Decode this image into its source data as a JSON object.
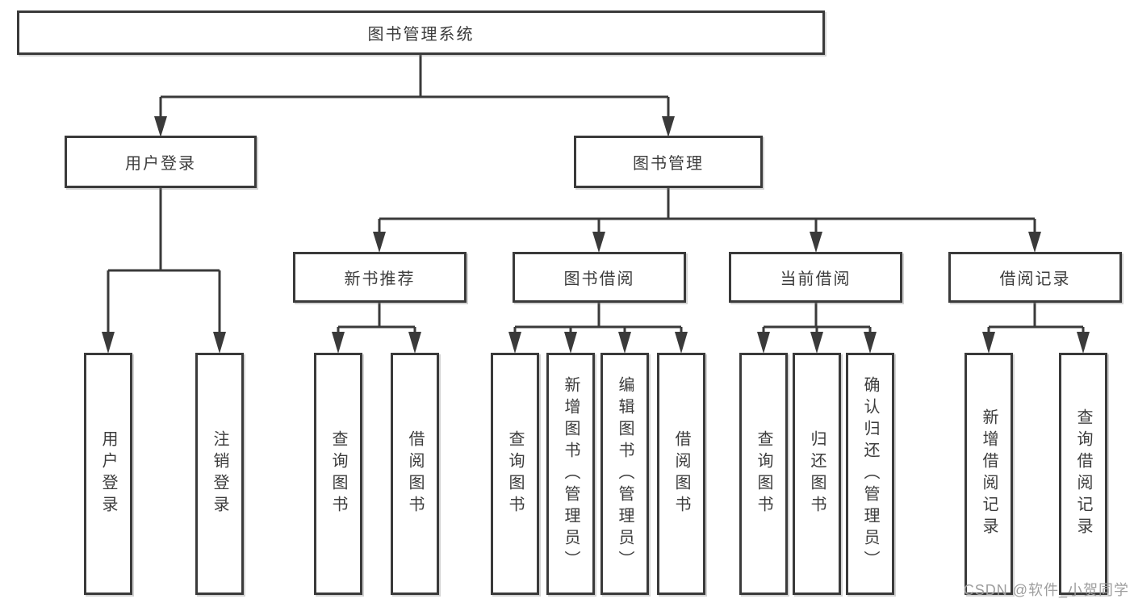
{
  "title": "图书管理系统",
  "nodes": {
    "user_login": "用户登录",
    "book_mgmt": "图书管理",
    "new_books": "新书推荐",
    "book_borrow": "图书借阅",
    "current_borrow": "当前借阅",
    "borrow_records": "借阅记录"
  },
  "leaves": {
    "user_login": [
      "用户登录",
      "注销登录"
    ],
    "new_books": [
      "查询图书",
      "借阅图书"
    ],
    "book_borrow": [
      "查询图书",
      "新增图书（管理员）",
      "编辑图书（管理员）",
      "借阅图书"
    ],
    "current_borrow": [
      "查询图书",
      "归还图书",
      "确认归还（管理员）"
    ],
    "borrow_records": [
      "新增借阅记录",
      "查询借阅记录"
    ]
  },
  "watermark": "CSDN @软件_小贺同学",
  "colors": {
    "line": "#3a3a3a",
    "text": "#3c3c3c",
    "background": "#ffffff",
    "watermark": "#9e9e9e"
  }
}
